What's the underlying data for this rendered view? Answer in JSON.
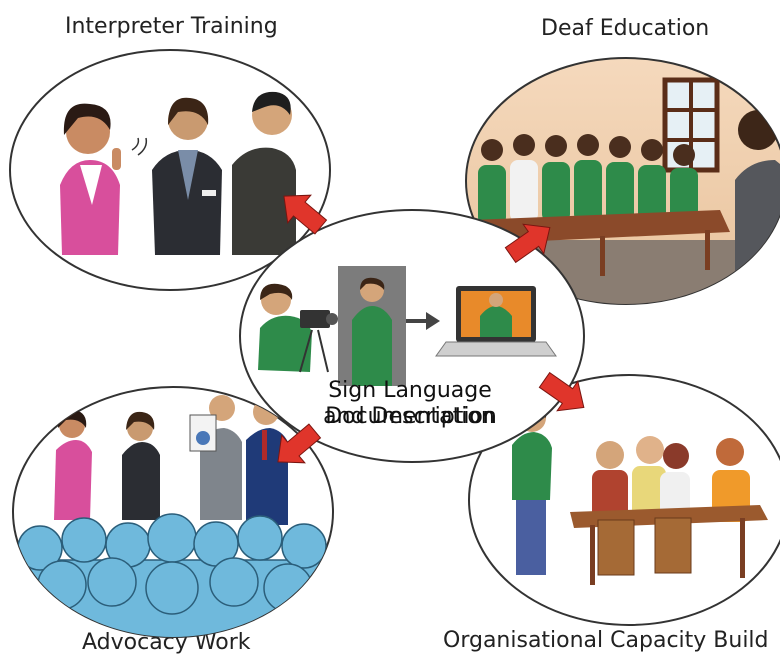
{
  "labels": {
    "top_left": "Interpreter Training",
    "top_right": "Deaf Education",
    "bottom_left": "Advocacy Work",
    "bottom_right": "Organisational Capacity Build",
    "center_line1": "Sign Language Documentation",
    "center_line2": "and Description"
  },
  "colors": {
    "arrow": "#e0352b",
    "circle_stroke": "#333333",
    "crowd": "#6fb9dc"
  }
}
